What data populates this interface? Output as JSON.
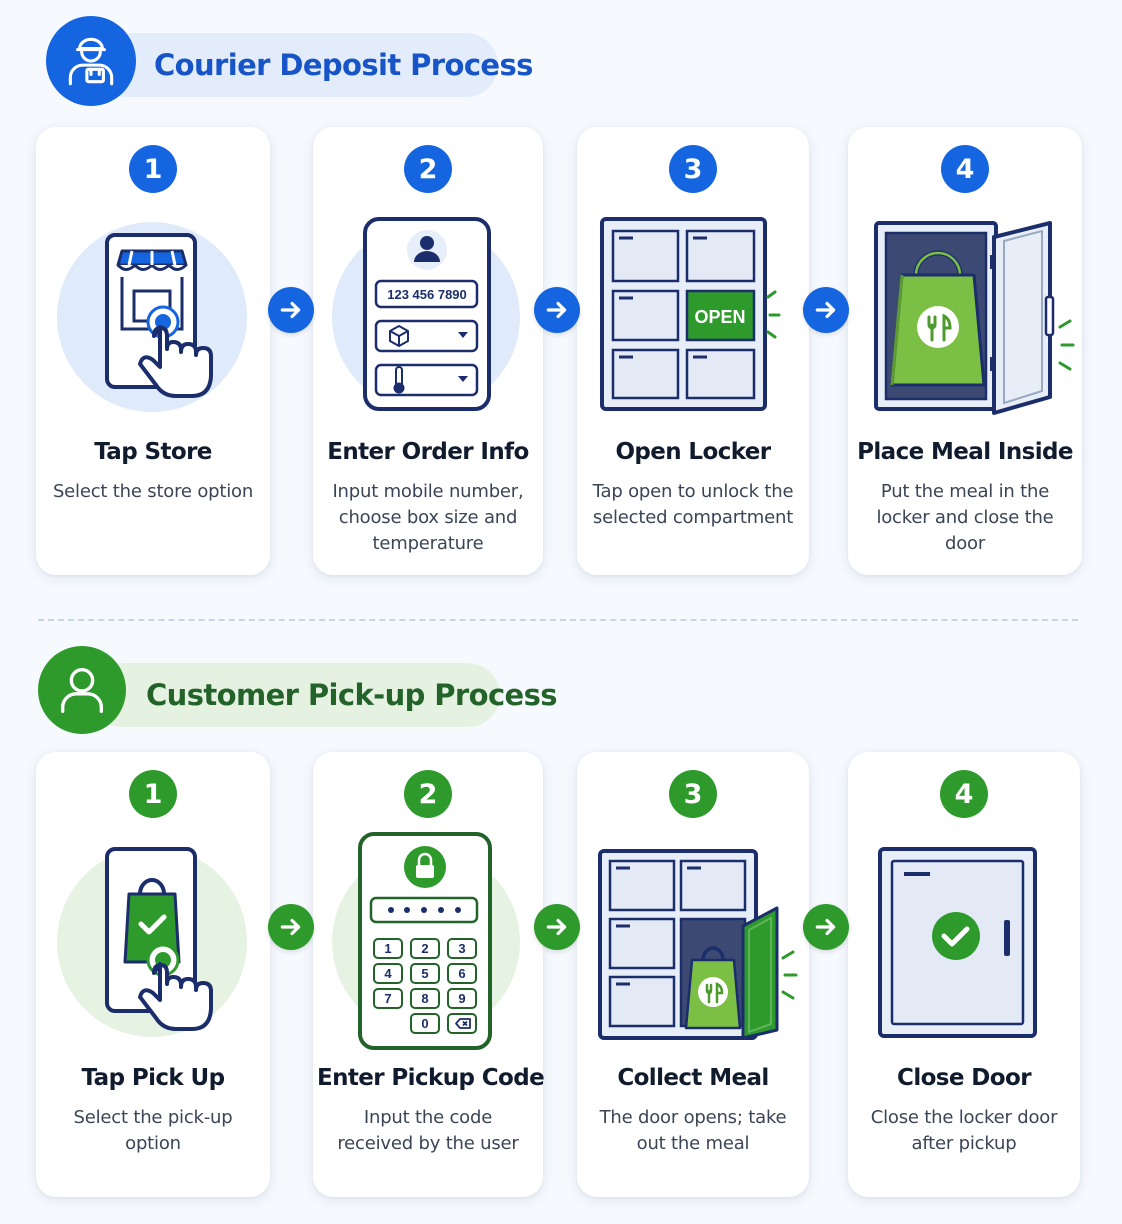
{
  "courier": {
    "title": "Courier Deposit Process",
    "steps": [
      {
        "number": "1",
        "title": "Tap Store",
        "desc": "Select the store option"
      },
      {
        "number": "2",
        "title": "Enter Order Info",
        "desc": "Input mobile number, choose box size and temperature",
        "phone_value": "123 456 7890"
      },
      {
        "number": "3",
        "title": "Open Locker",
        "desc": "Tap open to unlock the selected compartment",
        "open_label": "OPEN"
      },
      {
        "number": "4",
        "title": "Place Meal Inside",
        "desc": "Put the meal in the locker and close the door"
      }
    ]
  },
  "customer": {
    "title": "Customer Pick-up Process",
    "steps": [
      {
        "number": "1",
        "title": "Tap Pick Up",
        "desc": "Select the pick-up option"
      },
      {
        "number": "2",
        "title": "Enter Pickup Code",
        "desc": "Input the code received by the user",
        "keys": [
          "1",
          "2",
          "3",
          "4",
          "5",
          "6",
          "7",
          "8",
          "9",
          "0"
        ]
      },
      {
        "number": "3",
        "title": "Collect Meal",
        "desc": "The door opens; take out the meal"
      },
      {
        "number": "4",
        "title": "Close Door",
        "desc": "Close the locker door after pickup"
      }
    ]
  },
  "colors": {
    "blue": "#1565e0",
    "green": "#2e9a2c",
    "navy": "#1b2e6b",
    "meal_green": "#7cbf45"
  },
  "icons": [
    "courier-icon",
    "user-icon",
    "arrow-right-icon",
    "store-icon",
    "tap-hand-icon",
    "profile-icon",
    "box-icon",
    "thermometer-icon",
    "lock-icon",
    "backspace-icon",
    "meal-bag-icon",
    "fork-knife-icon",
    "check-icon"
  ]
}
